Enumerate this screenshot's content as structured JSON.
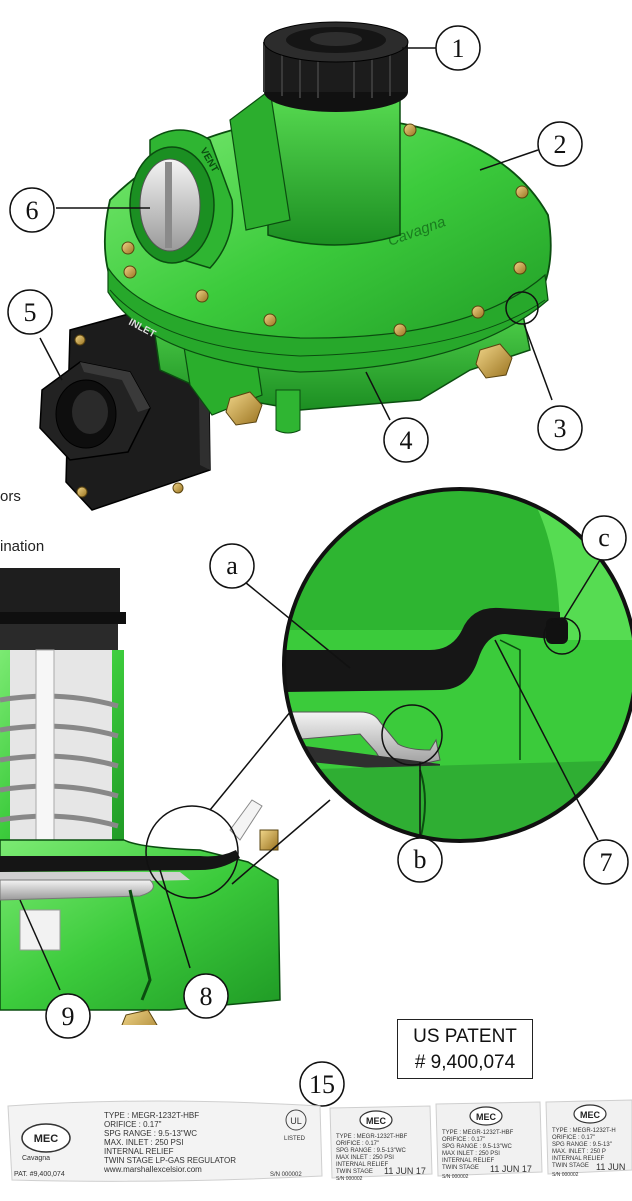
{
  "callouts": {
    "c1": "1",
    "c2": "2",
    "c3": "3",
    "c4": "4",
    "c5": "5",
    "c6": "6",
    "c7": "7",
    "c8": "8",
    "c9": "9",
    "c15": "15",
    "ca": "a",
    "cb": "b",
    "cc": "c"
  },
  "body_marks": {
    "vent": "VENT",
    "inlet": "INLET",
    "brand": "Cavagna"
  },
  "text_fragments": {
    "frag1": "ors",
    "frag2": "ination"
  },
  "patent": {
    "line1": "US PATENT",
    "line2": "# 9,400,074"
  },
  "labels": {
    "main": {
      "logo": "MEC",
      "brand": "Cavagna",
      "pat": "PAT. #9,400,074",
      "lines": [
        "TYPE : MEGR-1232T-HBF",
        "ORIFICE : 0.17\"",
        "SPG RANGE : 9.5-13\"WC",
        "MAX. INLET : 250 PSI",
        "INTERNAL RELIEF",
        "TWIN STAGE LP-GAS REGULATOR",
        "www.marshallexcelsior.com"
      ],
      "serial": "S/N 000002",
      "ul": "UL",
      "listed": "LISTED"
    },
    "small1": {
      "logo": "MEC",
      "lines": [
        "TYPE : MEGR-1232T-HBF",
        "ORIFICE : 0.17\"",
        "SPG RANGE : 9.5-13\"WC",
        "MAX INLET : 250 PSI",
        "INTERNAL RELIEF",
        "TWIN STAGE"
      ],
      "serial": "S/N 000002",
      "date": "11 JUN 17"
    },
    "small2": {
      "logo": "MEC",
      "lines": [
        "TYPE : MEGR-1232T-HBF",
        "ORIFICE : 0.17\"",
        "SPG RANGE : 9.5-13\"WC",
        "MAX INLET : 250 PSI",
        "INTERNAL RELIEF",
        "TWIN STAGE"
      ],
      "serial": "S/N 000002",
      "date": "11 JUN 17"
    },
    "small3": {
      "logo": "MEC",
      "lines": [
        "TYPE : MEGR-1232T-H",
        "ORIFICE : 0.17\"",
        "SPG RANGE : 9.5-13\"",
        "MAX. INLET : 250 P",
        "INTERNAL RELIEF",
        "TWIN STAGE"
      ],
      "serial": "S/N 000002",
      "date": "11 JUN"
    }
  },
  "colors": {
    "green": "#35c435",
    "green_dark": "#1f8f22",
    "green_light": "#6fe06a",
    "black": "#1a1a1a",
    "brass": "#c9a24a",
    "silver": "#c8c8c8"
  }
}
